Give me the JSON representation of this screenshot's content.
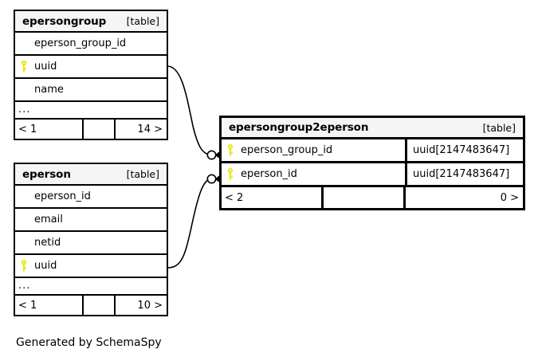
{
  "diagram": {
    "caption": "Generated by SchemaSpy",
    "kind_label": "[table]",
    "ellipsis": "...",
    "key_icon": "key-icon",
    "colors": {
      "key": "#e8e80a",
      "header_background": "#f5f5f5",
      "border": "#000000",
      "page_background": "#ffffff",
      "text": "#000000"
    }
  },
  "tables": {
    "epersongroup": {
      "name": "epersongroup",
      "kind": "[table]",
      "columns": [
        {
          "name": "eperson_group_id",
          "primary_key": false,
          "type": ""
        },
        {
          "name": "uuid",
          "primary_key": true,
          "type": ""
        },
        {
          "name": "name",
          "primary_key": false,
          "type": ""
        }
      ],
      "more_indicator": "...",
      "footer": {
        "left": "< 1",
        "middle": "",
        "right": "14 >"
      }
    },
    "eperson": {
      "name": "eperson",
      "kind": "[table]",
      "columns": [
        {
          "name": "eperson_id",
          "primary_key": false,
          "type": ""
        },
        {
          "name": "email",
          "primary_key": false,
          "type": ""
        },
        {
          "name": "netid",
          "primary_key": false,
          "type": ""
        },
        {
          "name": "uuid",
          "primary_key": true,
          "type": ""
        }
      ],
      "more_indicator": "...",
      "footer": {
        "left": "< 1",
        "middle": "",
        "right": "10 >"
      }
    },
    "epersongroup2eperson": {
      "name": "epersongroup2eperson",
      "kind": "[table]",
      "focused": true,
      "columns": [
        {
          "name": "eperson_group_id",
          "primary_key": true,
          "type": "uuid[2147483647]"
        },
        {
          "name": "eperson_id",
          "primary_key": true,
          "type": "uuid[2147483647]"
        }
      ],
      "footer": {
        "left": "< 2",
        "middle": "",
        "right": "0 >"
      }
    }
  },
  "relationships": [
    {
      "from_table": "epersongroup",
      "from_column": "uuid",
      "to_table": "epersongroup2eperson",
      "to_column": "eperson_group_id",
      "optional": true
    },
    {
      "from_table": "eperson",
      "from_column": "uuid",
      "to_table": "epersongroup2eperson",
      "to_column": "eperson_id",
      "optional": true
    }
  ]
}
